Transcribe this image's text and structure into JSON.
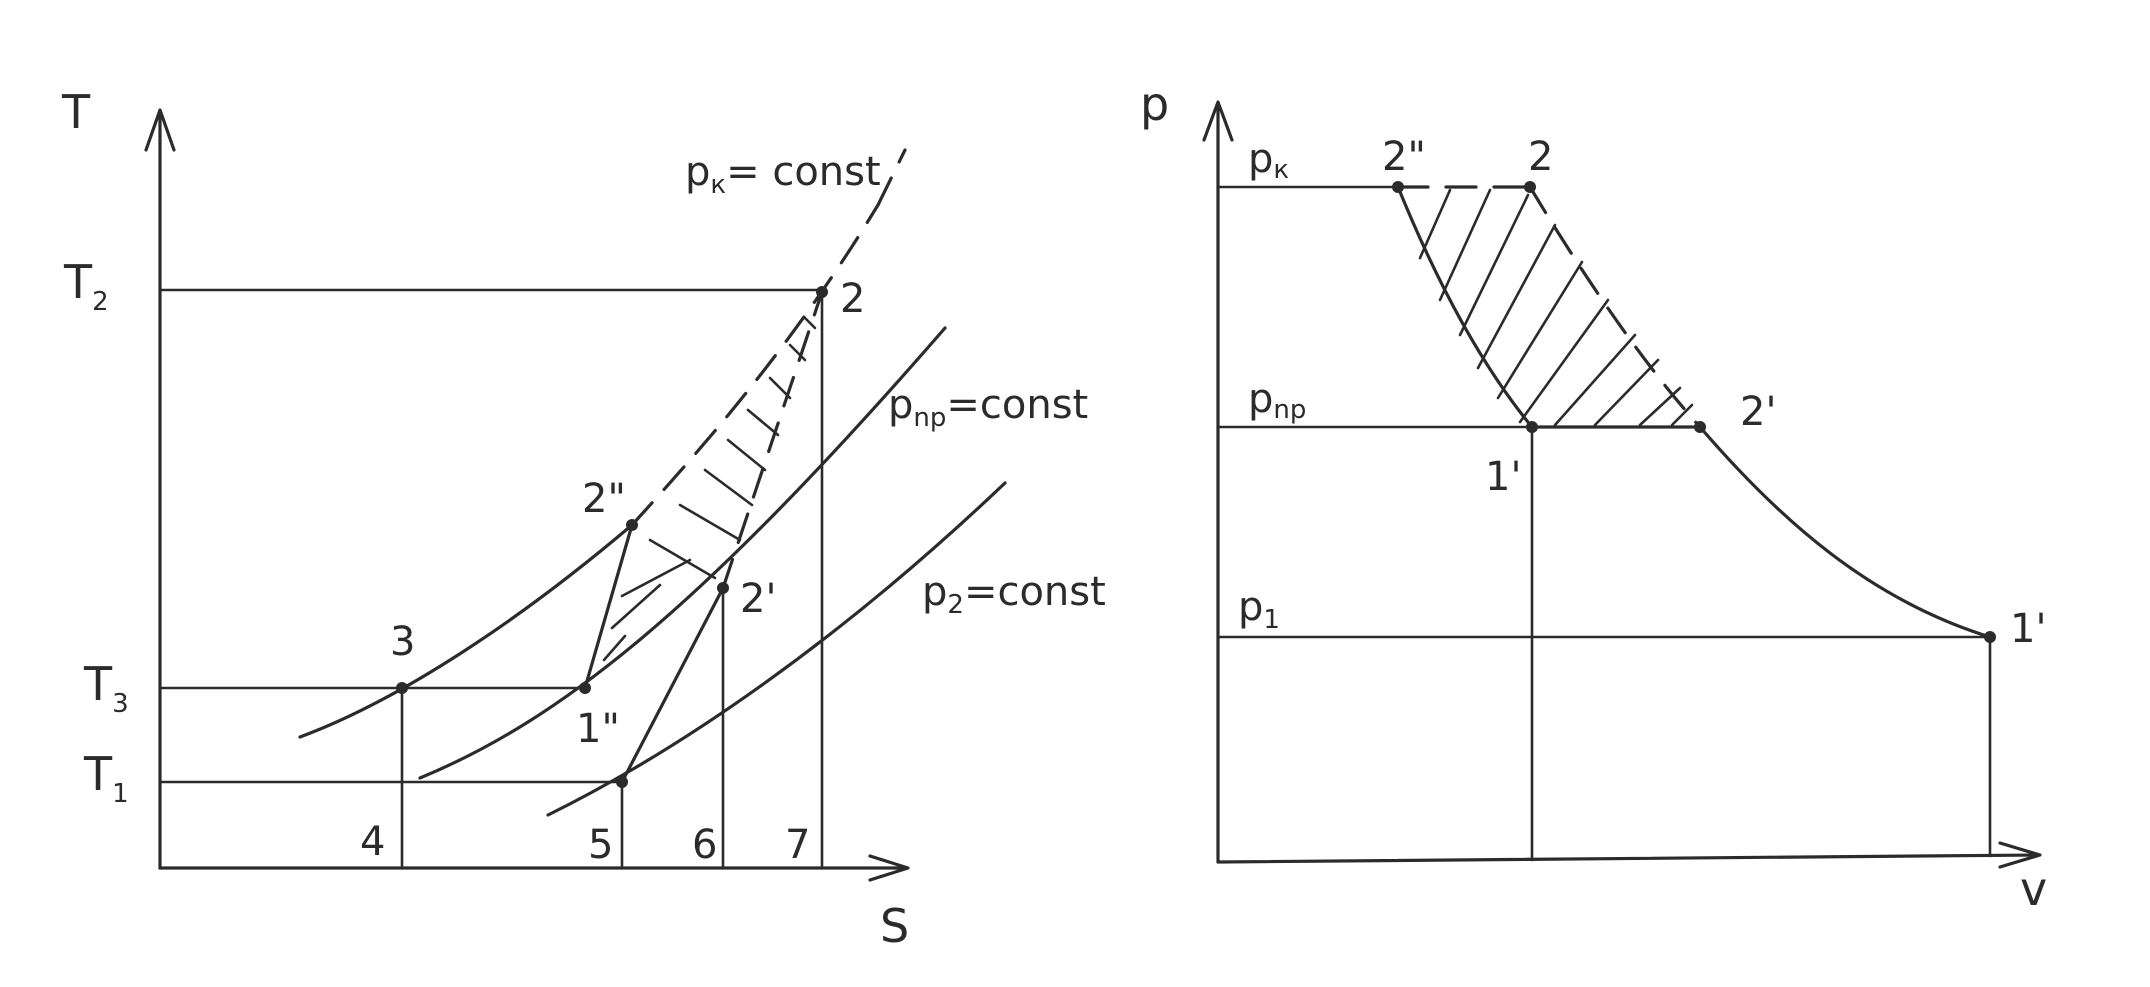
{
  "ts_diagram": {
    "axis_y_label": "T",
    "axis_x_label": "S",
    "t2": {
      "main": "T",
      "sub": "2"
    },
    "t3": {
      "main": "T",
      "sub": "3"
    },
    "t1": {
      "main": "T",
      "sub": "1"
    },
    "isobar_k": {
      "main": "p",
      "sub": "к",
      "rest": "= const"
    },
    "isobar_np": {
      "main": "p",
      "sub": "np",
      "rest": "=const"
    },
    "isobar_2": {
      "main": "p",
      "sub": "2",
      "rest": "=const"
    },
    "points": {
      "p2": "2",
      "p2dd": "2\"",
      "p2d": "2'",
      "p3": "3",
      "p1dd": "1\"",
      "s4": "4",
      "s5": "5",
      "s6": "6",
      "s7": "7"
    }
  },
  "pv_diagram": {
    "axis_y_label": "p",
    "axis_x_label": "v",
    "pk": {
      "main": "p",
      "sub": "к"
    },
    "pnp": {
      "main": "p",
      "sub": "np"
    },
    "p1": {
      "main": "p",
      "sub": "1"
    },
    "points": {
      "p2dd": "2\"",
      "p2": "2",
      "p2d": "2'",
      "p1d_mid": "1'",
      "p1d_end": "1'"
    }
  }
}
